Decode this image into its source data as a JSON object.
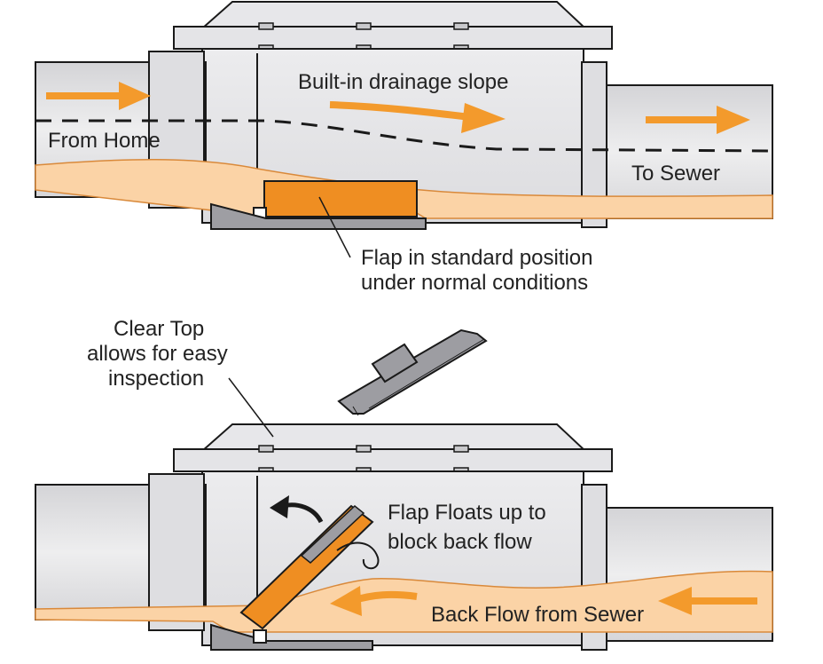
{
  "panels": [
    {
      "id": "normal",
      "labels": {
        "slope": "Built-in drainage slope",
        "from_home": "From Home",
        "to_sewer": "To Sewer",
        "flap_line1": "Flap in standard position",
        "flap_line2": "under normal conditions"
      }
    },
    {
      "id": "backflow",
      "labels": {
        "clear_top_line1": "Clear Top",
        "clear_top_line2": "allows for easy",
        "clear_top_line3": "inspection",
        "flap_floats_line1": "Flap Floats up to",
        "flap_floats_line2": "block back flow",
        "back_flow": "Back Flow from Sewer"
      }
    }
  ],
  "colors": {
    "water": "#fbd3a6",
    "accent_orange": "#f39a2c",
    "flap_orange": "#ef8e22",
    "pipe_light": "#e4e4e6",
    "pipe_mid": "#cfcfd2",
    "outline": "#1a1a1a"
  },
  "icons": [
    "flow-arrow-icon",
    "lift-arrow-icon"
  ]
}
